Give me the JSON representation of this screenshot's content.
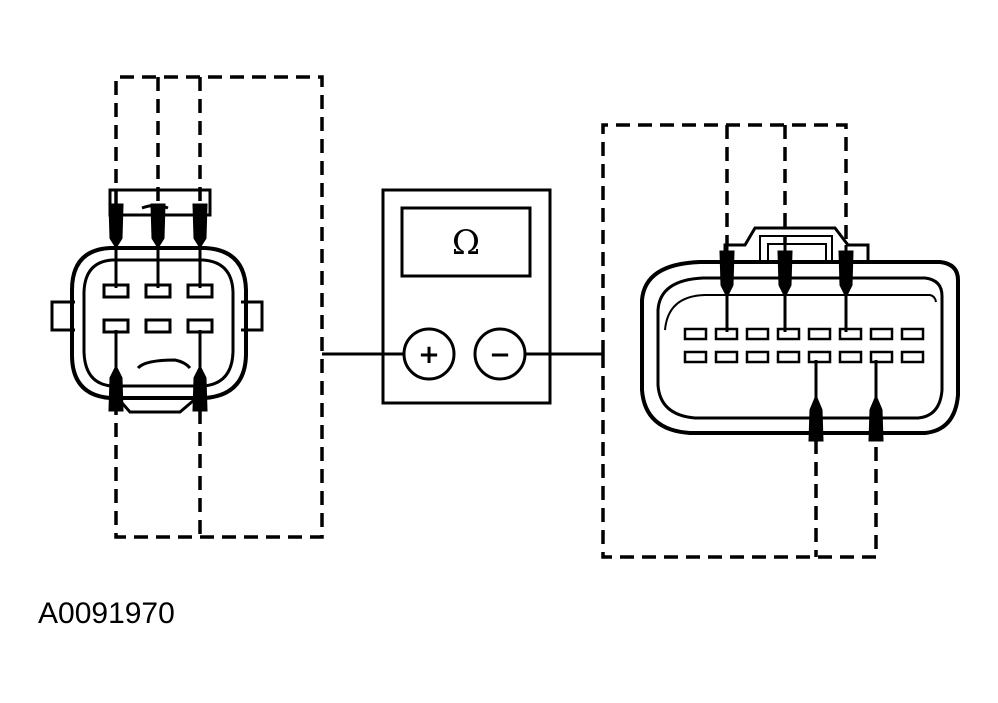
{
  "meter": {
    "display_symbol": "Ω",
    "positive_terminal": "+",
    "negative_terminal": "−"
  },
  "left_connector": {
    "pins_top_row": 3,
    "pins_bottom_row": 3
  },
  "right_connector": {
    "pins_per_row": 8,
    "rows": 2
  },
  "figure_id": "A0091970",
  "colors": {
    "ink": "#000000",
    "background": "#ffffff"
  }
}
